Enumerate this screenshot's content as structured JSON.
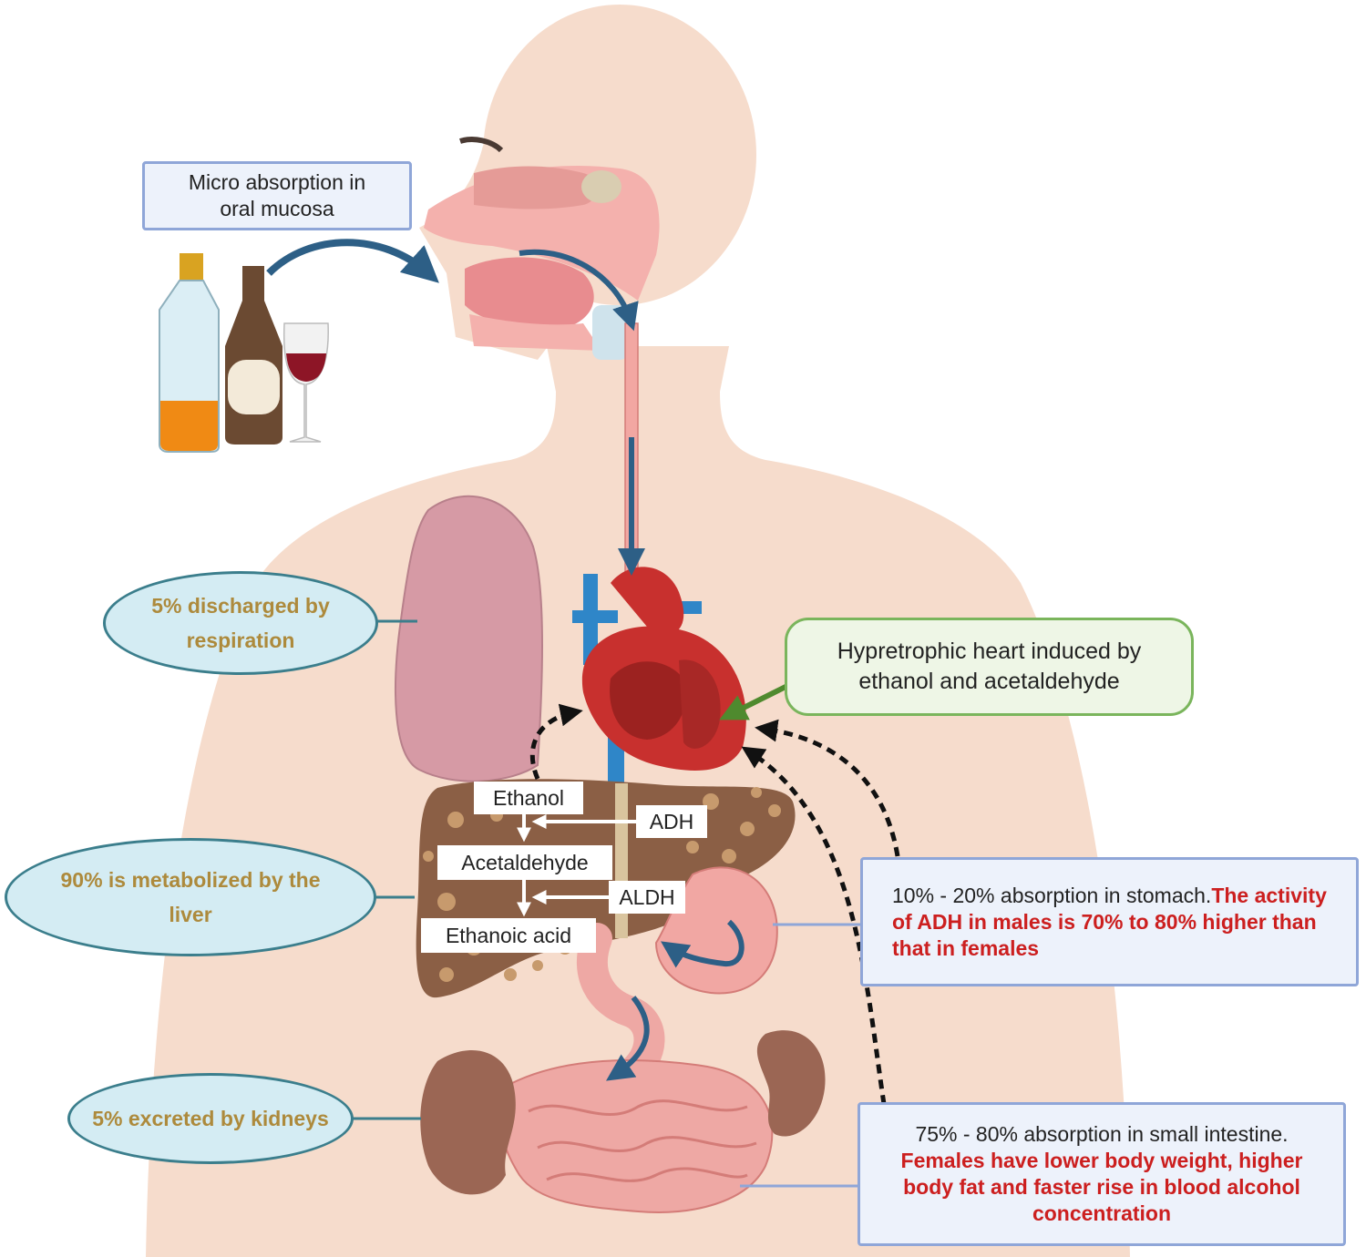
{
  "colors": {
    "skin": "#f6dccc",
    "heart": "#c8302e",
    "vein": "#2f86c8",
    "liver": "#8b5f45",
    "lung": "#d69aa5",
    "intestine": "#eea8a4",
    "kidney": "#9b6654",
    "flow_arrow": "#2d5f86",
    "highlight_text": "#cc1f1f",
    "oval_text": "#ad8a3c"
  },
  "labels": {
    "oral": "Micro absorption in oral mucosa",
    "respiration": "5% discharged by respiration",
    "liver": "90% is metabolized by the liver",
    "kidneys": "5% excreted by kidneys",
    "heart": "Hypretrophic heart induced by ethanol and acetaldehyde",
    "stomach_plain": "10% - 20% absorption in stomach.",
    "stomach_red": "The activity of ADH in males is 70% to 80% higher than that in females",
    "intestine_plain": "75% - 80% absorption in small intestine.",
    "intestine_red": "Females have lower body weight, higher body fat and faster rise in blood alcohol concentration"
  },
  "metabolism": {
    "ethanol": "Ethanol",
    "adh": "ADH",
    "acetaldehyde": "Acetaldehyde",
    "aldh": "ALDH",
    "ethanoic_acid": "Ethanoic acid"
  }
}
